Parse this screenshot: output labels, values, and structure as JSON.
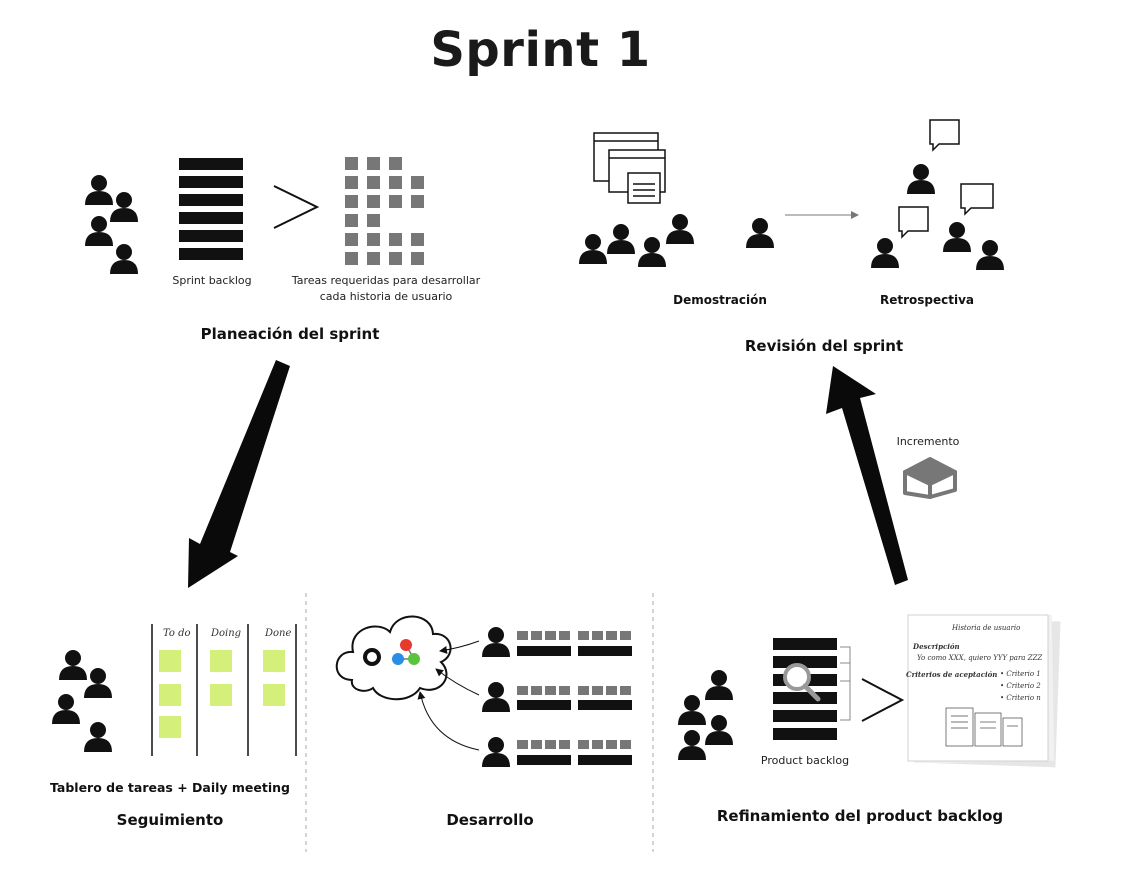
{
  "title": "Sprint 1",
  "planeacion": {
    "heading": "Planeación del sprint",
    "sprint_backlog_label": "Sprint backlog",
    "tasks_label_line1": "Tareas requeridas para desarrollar",
    "tasks_label_line2": "cada historia de usuario"
  },
  "revision": {
    "heading": "Revisión del sprint",
    "demo_label": "Demostración",
    "retro_label": "Retrospectiva"
  },
  "increment_label": "Incremento",
  "seguimiento": {
    "heading": "Seguimiento",
    "board_label": "Tablero de tareas + Daily meeting",
    "columns": [
      "To do",
      "Doing",
      "Done"
    ]
  },
  "desarrollo": {
    "heading": "Desarrollo"
  },
  "refinamiento": {
    "heading": "Refinamiento del product backlog",
    "product_backlog_label": "Product backlog",
    "card": {
      "title": "Historia de usuario",
      "desc_heading": "Descripción",
      "desc_text": "Yo como XXX, quiero YYY para ZZZ",
      "criteria_heading": "Criterios de aceptación",
      "criteria": [
        "Criterio 1",
        "Criterio 2",
        "Criterio n"
      ]
    }
  },
  "colors": {
    "ink": "#111111",
    "grey_task": "#777777",
    "sticky": "#d4f07a",
    "dashed": "#aaaaaa"
  }
}
